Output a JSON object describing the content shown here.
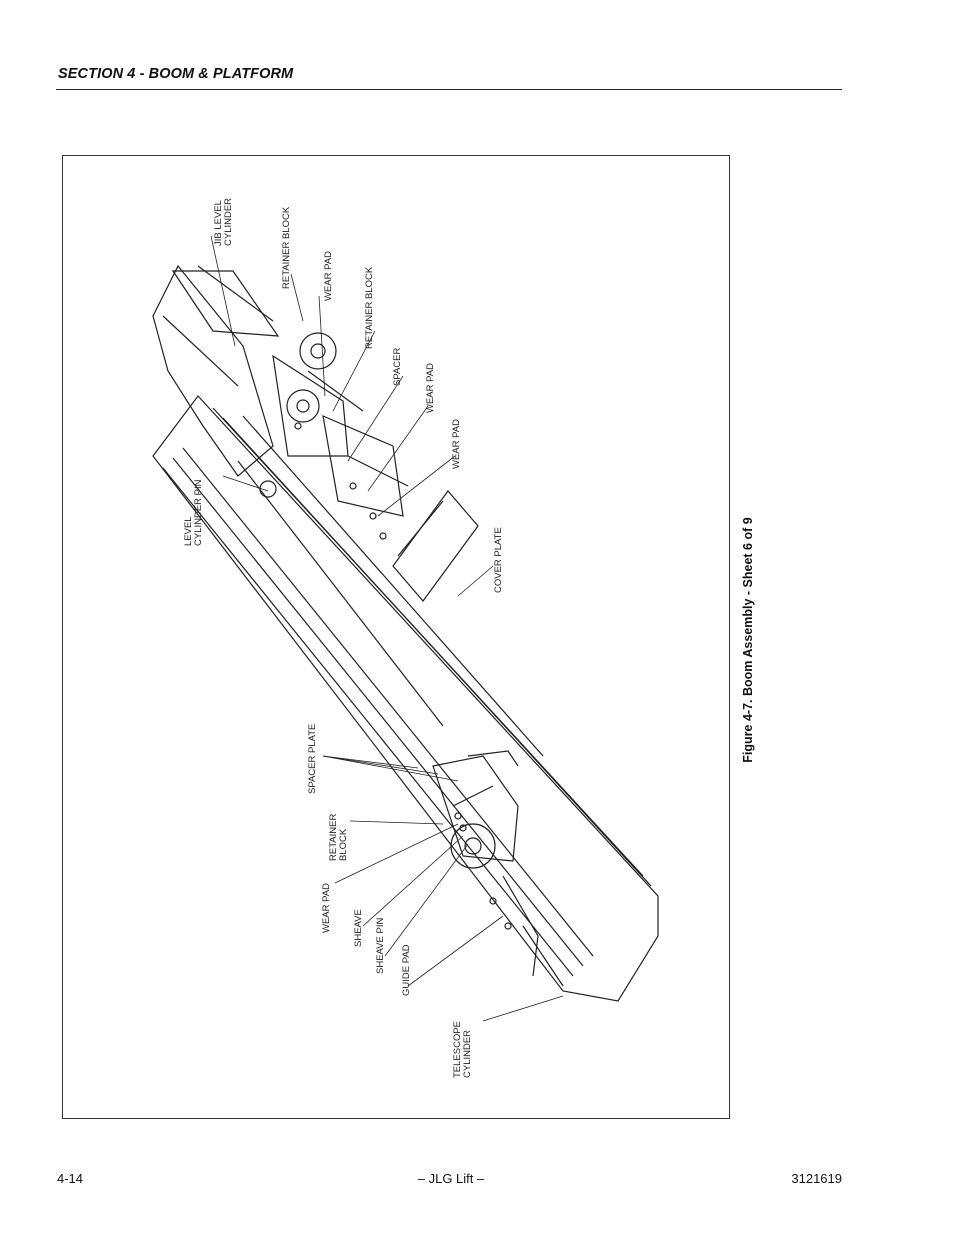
{
  "header": {
    "section_title": "SECTION 4 - BOOM & PLATFORM"
  },
  "figure": {
    "caption": "Figure 4-7.  Boom Assembly - Sheet 6 of 9",
    "callouts": {
      "jib_level_cylinder": [
        "JIB LEVEL",
        "CYLINDER"
      ],
      "retainer_block_top": [
        "RETAINER BLOCK"
      ],
      "wear_pad_top": [
        "WEAR PAD"
      ],
      "retainer_block_mid": [
        "RETAINER BLOCK"
      ],
      "spacer": [
        "SPACER"
      ],
      "wear_pad_mid": [
        "WEAR PAD"
      ],
      "wear_pad_lower": [
        "WEAR PAD"
      ],
      "level_cylinder_pin": [
        "LEVEL",
        "CYLINDER PIN"
      ],
      "cover_plate": [
        "COVER PLATE"
      ],
      "spacer_plate": [
        "SPACER PLATE"
      ],
      "retainer_block_bottom": [
        "RETAINER",
        "BLOCK"
      ],
      "wear_pad_bottom": [
        "WEAR PAD"
      ],
      "sheave": [
        "SHEAVE"
      ],
      "sheave_pin": [
        "SHEAVE PIN"
      ],
      "guide_pad": [
        "GUIDE PAD"
      ],
      "telescope_cylinder": [
        "TELESCOPE",
        "CYLINDER"
      ]
    }
  },
  "footer": {
    "page_number": "4-14",
    "publisher": "– JLG Lift –",
    "doc_number": "3121619"
  }
}
